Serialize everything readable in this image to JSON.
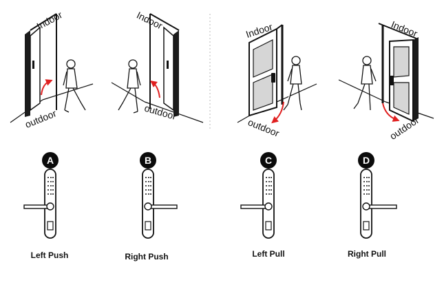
{
  "panels": [
    {
      "id": "A",
      "badge": "A",
      "caption": "Left Push",
      "indoor": "Indoor",
      "outdoor": "outdoor"
    },
    {
      "id": "B",
      "badge": "B",
      "caption": "Right Push",
      "indoor": "Indoor",
      "outdoor": "outdoor"
    },
    {
      "id": "C",
      "badge": "C",
      "caption": "Left Pull",
      "indoor": "Indoor",
      "outdoor": "outdoor"
    },
    {
      "id": "D",
      "badge": "D",
      "caption": "Right Pull",
      "indoor": "Indoor",
      "outdoor": "outdoor"
    }
  ],
  "colors": {
    "arrow": "#e02020",
    "ink": "#111111",
    "badge": "#0b0b0b"
  }
}
